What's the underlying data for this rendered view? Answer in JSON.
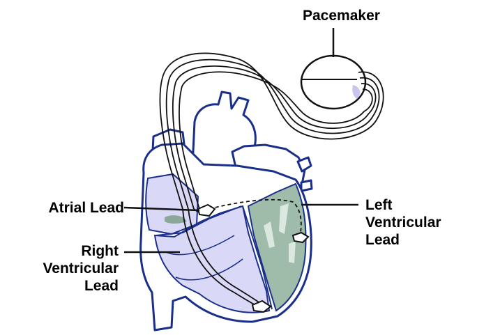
{
  "labels": {
    "pacemaker": "Pacemaker",
    "atrial_lead": "Atrial Lead",
    "right_ventricular_lead": [
      "Right",
      "Ventricular",
      "Lead"
    ],
    "left_ventricular_lead": [
      "Left",
      "Ventricular",
      "Lead"
    ]
  },
  "colors": {
    "outline": "#1a2f8a",
    "right_chambers": "#d9d8f6",
    "left_ventricle": "#9fbba9",
    "left_ventricle_streak": "#dbe8df",
    "lead_wire": "#111111",
    "pacemaker_shading": "#c8c6ee"
  }
}
